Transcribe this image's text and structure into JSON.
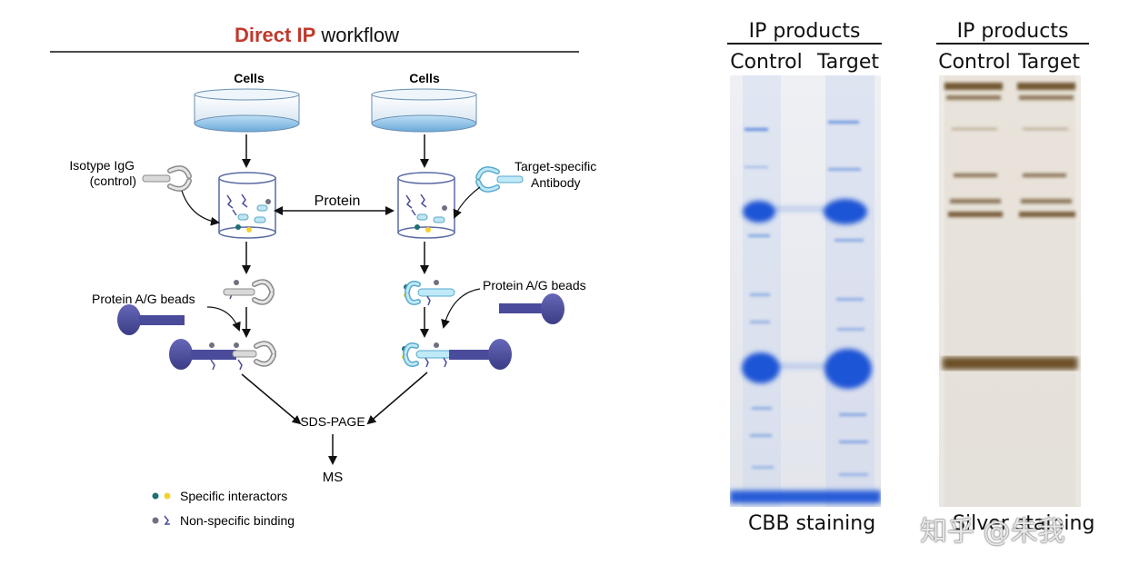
{
  "workflow": {
    "title_bold": "Direct IP",
    "title_rest": " workflow",
    "cells_left": "Cells",
    "cells_right": "Cells",
    "isotype_line1": "Isotype IgG",
    "isotype_line2": "(control)",
    "target_line1": "Target-specific",
    "target_line2": "Antibody",
    "protein": "Protein",
    "beads_left": "Protein A/G beads",
    "beads_right": "Protein A/G beads",
    "sds_page": "SDS-PAGE",
    "ms": "MS",
    "legend_specific": "Specific interactors",
    "legend_nonspecific": "Non-specific binding",
    "colors": {
      "title_red": "#c0392b",
      "dish_blue": "#7ab6e0",
      "bead_purple": "#4a4b9a",
      "antibody_grey": "#b5b5b5",
      "antibody_blue": "#8fd3ef",
      "interactor_teal": "#1f6f73",
      "interactor_yellow": "#f2d335"
    }
  },
  "gel_cbb": {
    "header": "IP products",
    "lane_control": "Control",
    "lane_target": "Target",
    "caption": "CBB staining",
    "stain_color": "#1f55d6"
  },
  "gel_silver": {
    "header": "IP products",
    "lane_control": "Control",
    "lane_target": "Target",
    "caption": "Silver staining",
    "stain_color": "#5a3a12"
  },
  "watermark": "知乎 @朱我"
}
